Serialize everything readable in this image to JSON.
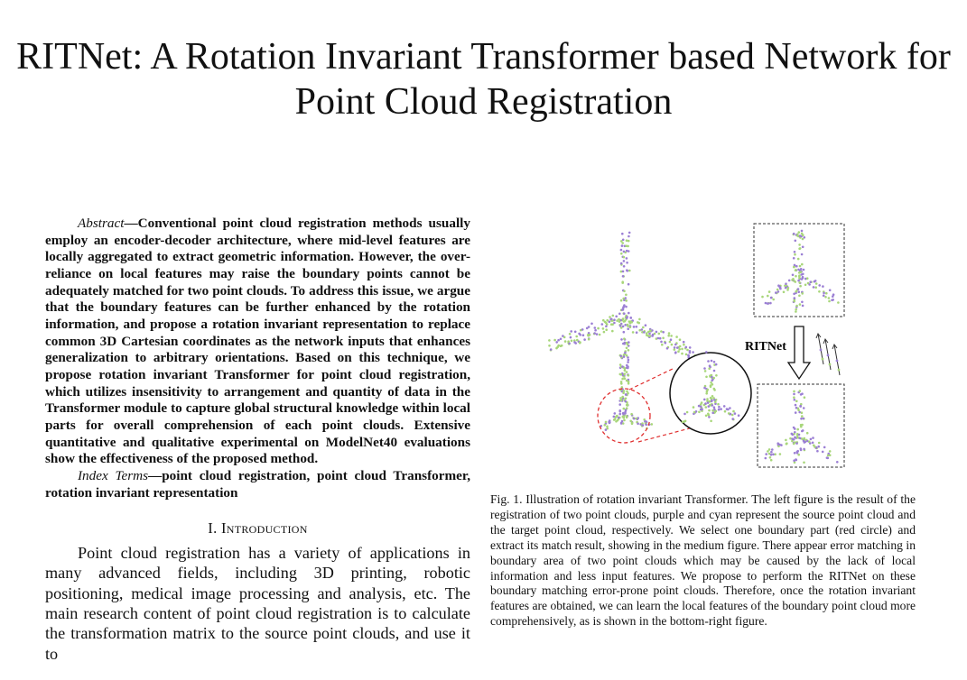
{
  "title": "RITNet: A Rotation Invariant Transformer based Network for Point Cloud Registration",
  "abstract": {
    "lead": "Abstract",
    "text": "—Conventional point cloud registration methods usually employ an encoder-decoder architecture, where mid-level features are locally aggregated to extract geometric information. However, the over-reliance on local features may raise the boundary points cannot be adequately matched for two point clouds. To address this issue, we argue that the boundary features can be further enhanced by the rotation information, and propose a rotation invariant representation to replace common 3D Cartesian coordinates as the network inputs that enhances generalization to arbitrary orientations. Based on this technique, we propose rotation invariant Transformer for point cloud registration, which utilizes insensitivity to arrangement and quantity of data in the Transformer module to capture global structural knowledge within local parts for overall comprehension of each point clouds. Extensive quantitative and qualitative experimental on ModelNet40 evaluations show the effectiveness of the proposed method."
  },
  "index_terms": {
    "lead": "Index Terms",
    "text": "—point cloud registration, point cloud Transformer, rotation invariant representation"
  },
  "section": {
    "heading": "I. Introduction",
    "text": "Point cloud registration has a variety of applications in many advanced fields, including 3D printing, robotic positioning, medical image processing and analysis, etc. The main research content of point cloud registration is to calculate the transformation matrix to the source point clouds, and use it to"
  },
  "figure": {
    "arrow_label": "RITNet",
    "caption": "Fig. 1.  Illustration of rotation invariant Transformer. The left figure is the result of the registration of two point clouds, purple and cyan represent the source point cloud and the target point cloud, respectively. We select one boundary part (red circle) and extract its match result, showing in the medium figure. There appear error matching in boundary area of two point clouds which may be caused by the lack of local information and less input features. We propose to perform the RITNet on these boundary matching error-prone point clouds. Therefore, once the rotation invariant features are obtained, we can learn the local features of the boundary point cloud more comprehensively, as is shown in the bottom-right figure.",
    "colors": {
      "source": "#9b7fd4",
      "target": "#a8d67a",
      "highlight": "#e03030"
    }
  }
}
